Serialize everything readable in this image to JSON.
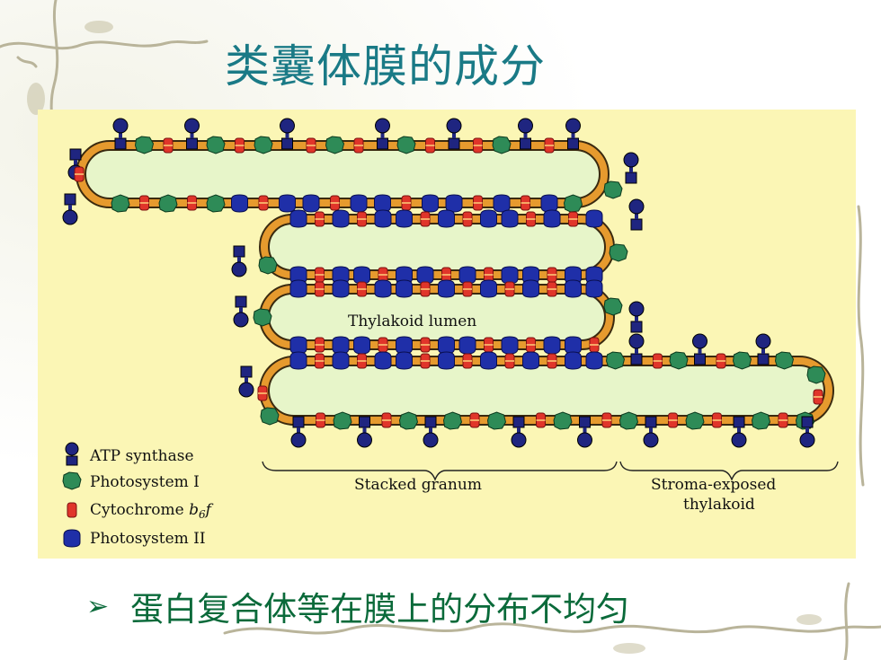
{
  "title": "类囊体膜的成分",
  "diagram": {
    "lumen_label": "Thylakoid lumen",
    "legend": [
      {
        "key": "atp",
        "label": "ATP synthase",
        "icon": "atp-synthase-icon",
        "color": "#1f2580"
      },
      {
        "key": "ps1",
        "label": "Photosystem I",
        "icon": "photosystem-i-icon",
        "color": "#2e8b57"
      },
      {
        "key": "cyt",
        "label": "Cytochrome b6f",
        "label_main": "Cytochrome ",
        "label_italic": "b",
        "label_sub": "6",
        "label_tail": "f",
        "icon": "cytochrome-icon",
        "color": "#e0352a"
      },
      {
        "key": "ps2",
        "label": "Photosystem II",
        "icon": "photosystem-ii-icon",
        "color": "#1f2fa8"
      }
    ],
    "region_labels": {
      "stacked": "Stacked granum",
      "stroma_line1": "Stroma-exposed",
      "stroma_line2": "thylakoid"
    },
    "colors": {
      "background": "#fbf6b5",
      "membrane": "#e69a2e",
      "lumen": "#e7f5c9"
    }
  },
  "bullet": {
    "marker": "➢",
    "text": "蛋白复合体等在膜上的分布不均匀"
  }
}
